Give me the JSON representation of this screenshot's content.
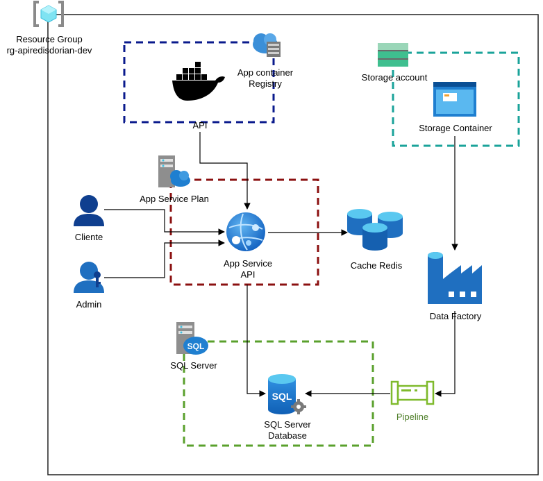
{
  "resource_group": {
    "line1": "Resource Group",
    "line2": "rg-apiredisdorian-dev"
  },
  "nodes": {
    "registry": {
      "line1": "App container",
      "line2": "Registry"
    },
    "docker": {
      "label": "API"
    },
    "storage_account": {
      "label": "Storage account"
    },
    "storage_container": {
      "label": "Storage Container"
    },
    "app_service_plan": {
      "label": "App Service Plan"
    },
    "app_service": {
      "line1": "App Service",
      "line2": "API"
    },
    "cliente": {
      "label": "Cliente"
    },
    "admin": {
      "label": "Admin"
    },
    "cache_redis": {
      "label": "Cache Redis"
    },
    "data_factory": {
      "label": "Data Factory"
    },
    "sql_server": {
      "label": "SQL Server"
    },
    "sql_database": {
      "line1": "SQL Server",
      "line2": "Database"
    },
    "pipeline": {
      "label": "Pipeline"
    }
  },
  "groups": {
    "registry_group": {
      "color": "#0a1a8c"
    },
    "storage_group": {
      "color": "#1aa39a"
    },
    "app_service_group": {
      "color": "#8b1010"
    },
    "sql_group": {
      "color": "#5aa02c"
    }
  },
  "colors": {
    "azure_blue": "#1a73c9",
    "light_blue": "#50b6e8",
    "pipeline_green": "#7fba2c",
    "text_green": "#4f7f2a"
  },
  "icons": {
    "resource_group": "resource-group-icon",
    "registry": "container-registry-icon",
    "docker": "docker-icon",
    "storage_account": "storage-account-icon",
    "storage_container": "storage-container-icon",
    "app_service_plan": "app-service-plan-icon",
    "app_service": "app-service-icon",
    "cliente": "user-icon",
    "admin": "admin-user-icon",
    "cache_redis": "redis-cache-icon",
    "data_factory": "data-factory-icon",
    "sql_server": "sql-server-icon",
    "sql_database": "sql-database-icon",
    "pipeline": "pipeline-icon"
  }
}
